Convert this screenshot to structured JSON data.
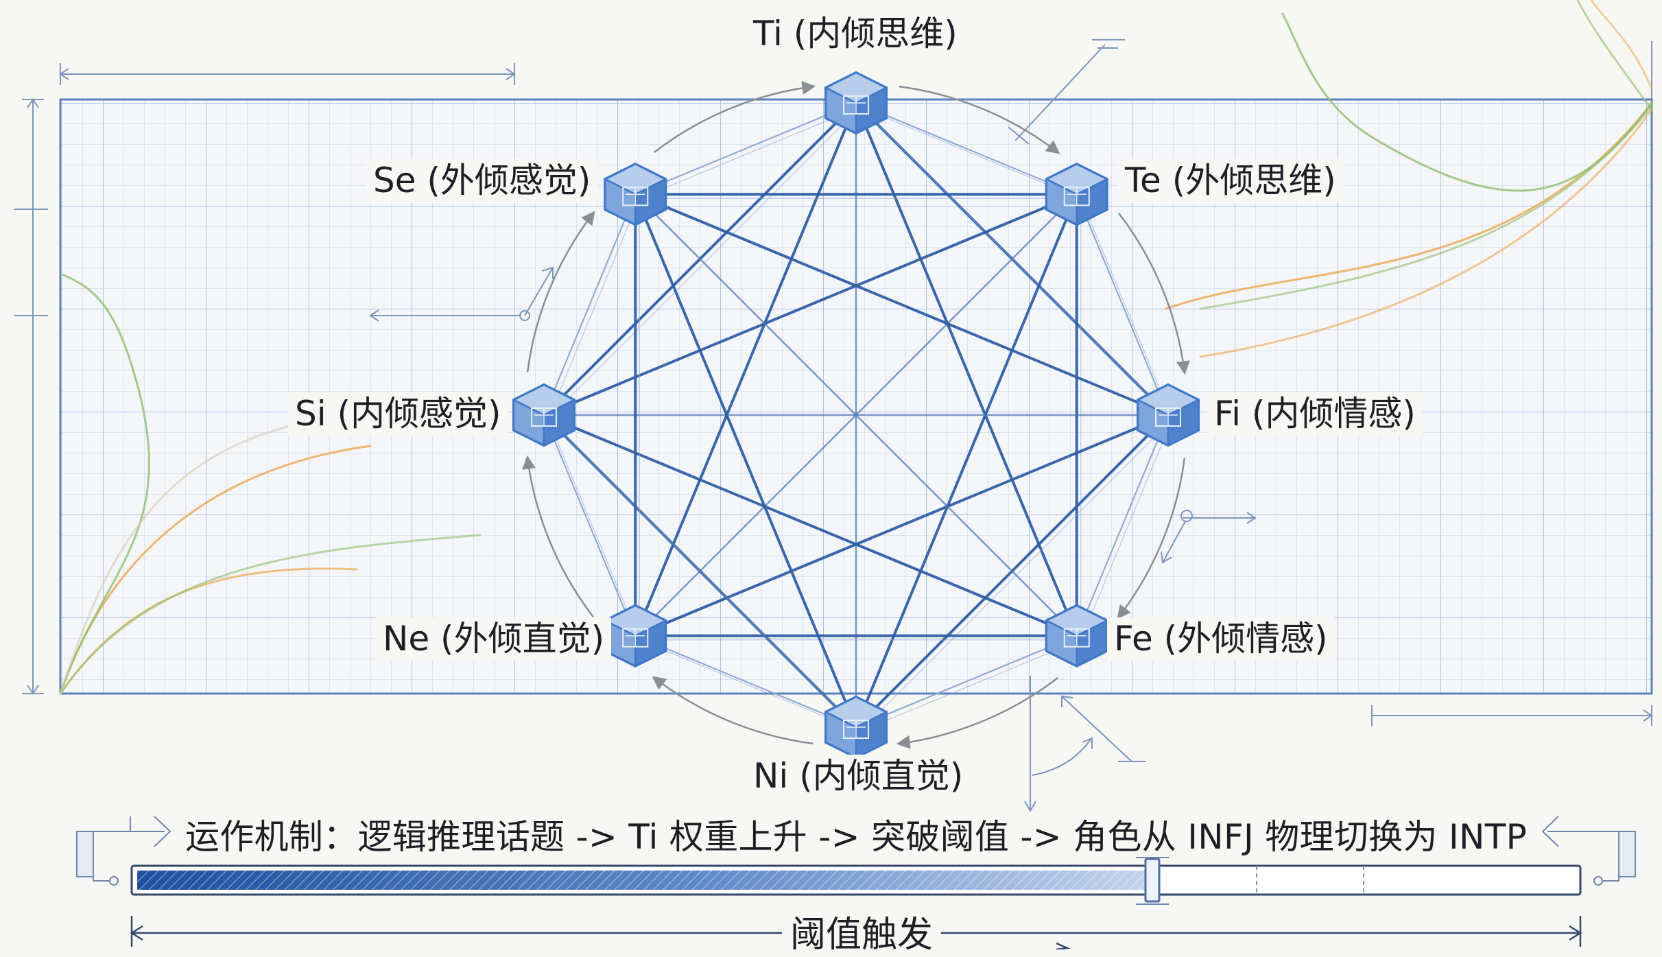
{
  "diagram": {
    "functions": [
      {
        "id": "Ti",
        "label": "Ti (内倾思维)"
      },
      {
        "id": "Te",
        "label": "Te (外倾思维)"
      },
      {
        "id": "Fi",
        "label": "Fi (内倾情感)"
      },
      {
        "id": "Fe",
        "label": "Fe (外倾情感)"
      },
      {
        "id": "Ni",
        "label": "Ni (内倾直觉)"
      },
      {
        "id": "Ne",
        "label": "Ne (外倾直觉)"
      },
      {
        "id": "Si",
        "label": "Si (内倾感觉)"
      },
      {
        "id": "Se",
        "label": "Se (外倾感觉)"
      }
    ],
    "mechanism_text": "运作机制：逻辑推理话题 -> Ti 权重上升 -> 突破阈值 -> 角色从 INFJ 物理切换为 INTP",
    "threshold_label": "阈值触发",
    "colors": {
      "line": "#2f5fa6",
      "line_light": "#8fa9d4",
      "grid": "#c9d6ea",
      "grid_major": "#a9bfe0",
      "cube": "#3f78c8",
      "accent_green": "#8fbf6a",
      "accent_orange": "#f0a54a",
      "arrow_gray": "#8a8f96"
    }
  }
}
